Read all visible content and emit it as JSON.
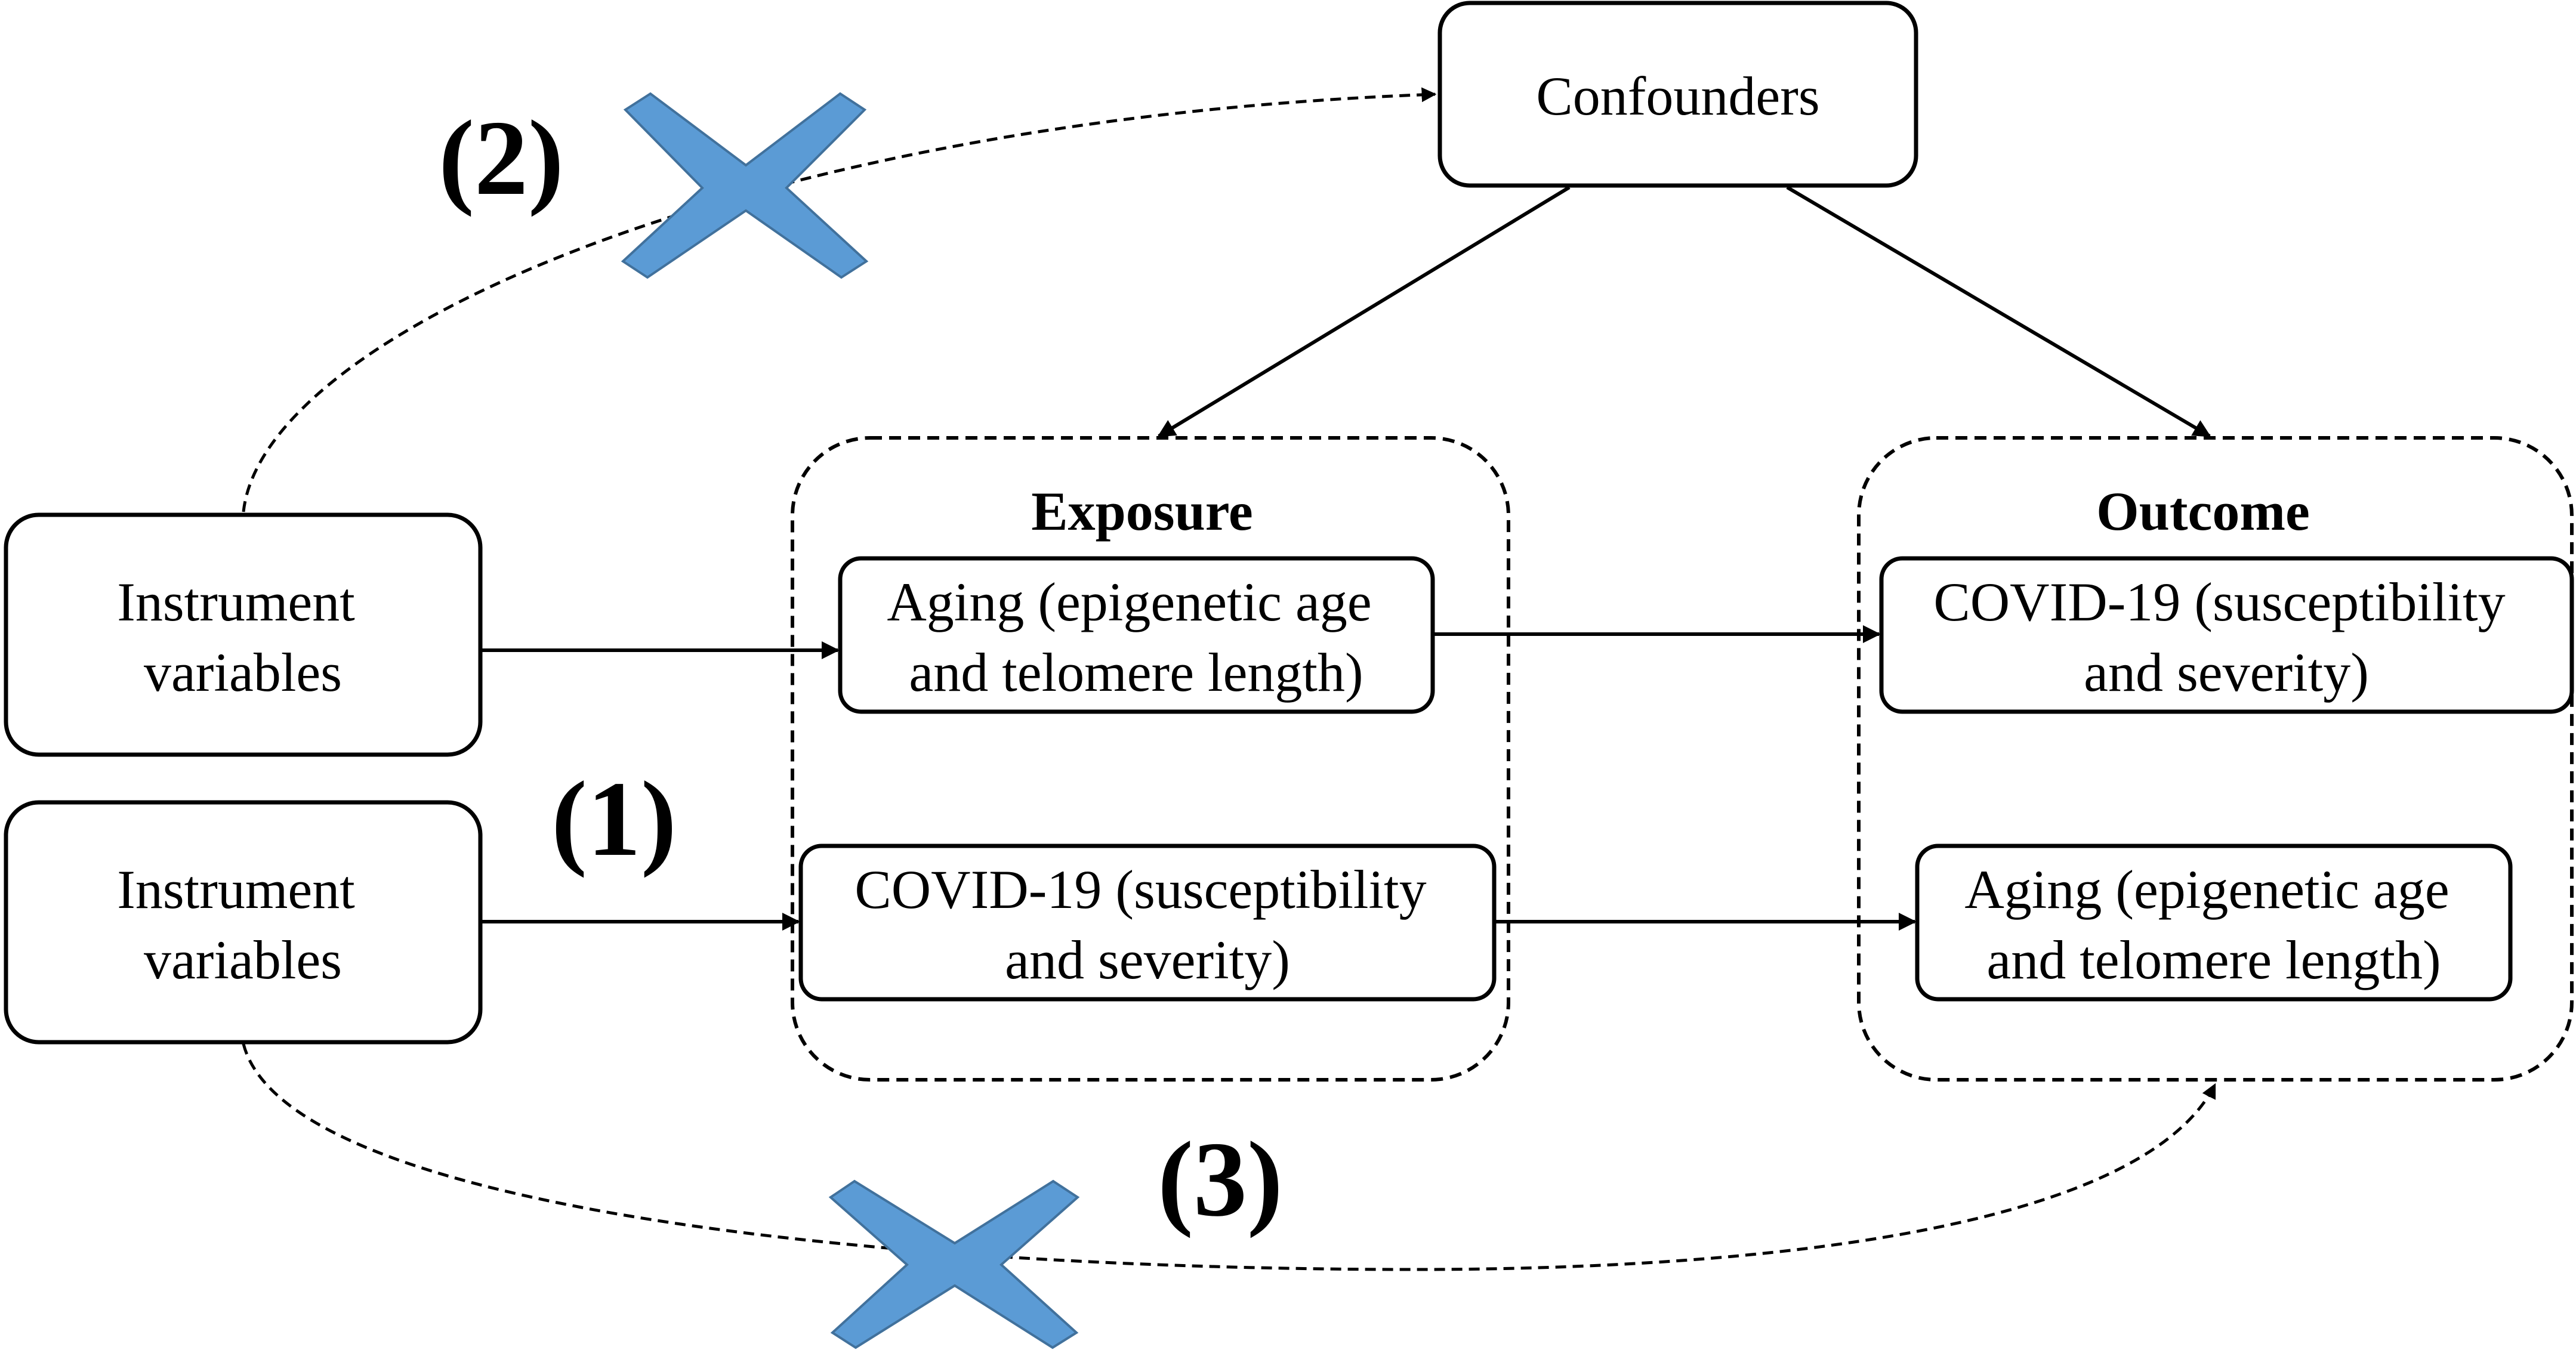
{
  "nodes": {
    "confounders": "Confounders",
    "instrument_top": [
      "Instrument",
      "variables"
    ],
    "instrument_bottom": [
      "Instrument",
      "variables"
    ],
    "exposure_aging": [
      "Aging (epigenetic age",
      "and telomere length)"
    ],
    "exposure_covid": [
      "COVID-19 (susceptibility",
      "and severity)"
    ],
    "outcome_covid": [
      "COVID-19 (susceptibility",
      "and severity)"
    ],
    "outcome_aging": [
      "Aging (epigenetic age",
      "and telomere length)"
    ]
  },
  "groups": {
    "exposure": "Exposure",
    "outcome": "Outcome"
  },
  "path_labels": {
    "p1": "(1)",
    "p2": "(2)",
    "p3": "(3)"
  },
  "colors": {
    "cross_fill": "#5b9bd5",
    "cross_stroke": "#41719c"
  },
  "icons": {
    "blocked_path": "blue-x-cross-icon"
  }
}
